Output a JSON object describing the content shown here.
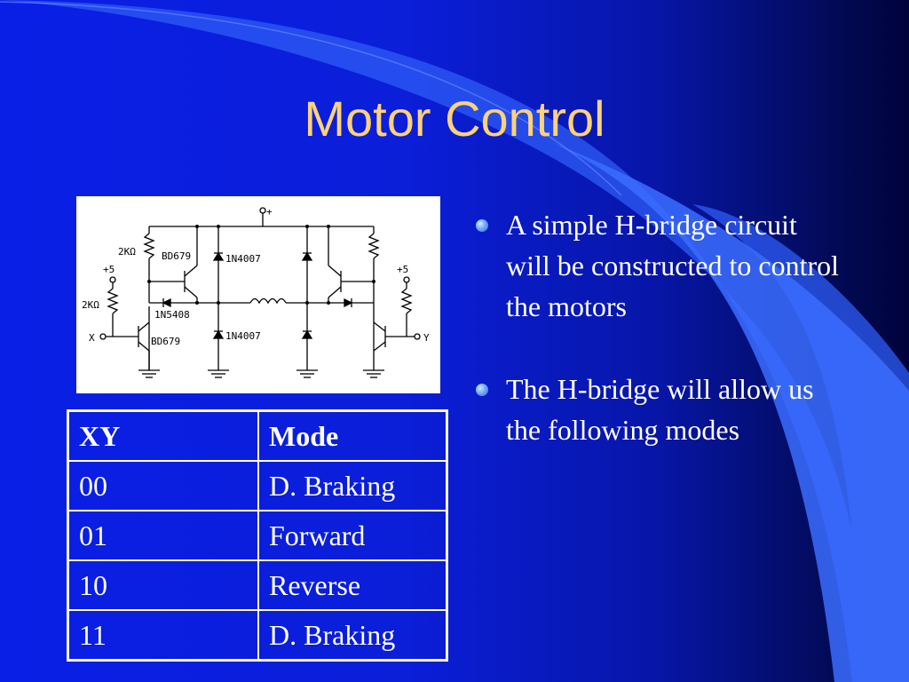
{
  "slide": {
    "title": "Motor Control",
    "colors": {
      "title": "#ffd27a",
      "text": "#ffffff",
      "background": "#0b1ed8",
      "accent": "#3a6cff"
    }
  },
  "circuit": {
    "labels": {
      "plus": "+",
      "r_top_left": "2KΩ",
      "q_top_left": "BD679",
      "d_top_left": "1N4007",
      "v_left": "+5",
      "r_left": "2KΩ",
      "d_mid": "1N5408",
      "input_x": "X",
      "q_bottom_left": "BD679",
      "d_bottom_left": "1N4007",
      "v_right": "+5",
      "input_y": "Y"
    }
  },
  "table": {
    "headers": [
      "XY",
      "Mode"
    ],
    "rows": [
      [
        "00",
        "D. Braking"
      ],
      [
        "01",
        "Forward"
      ],
      [
        "10",
        "Reverse"
      ],
      [
        "11",
        "D. Braking"
      ]
    ]
  },
  "bullets": [
    "A simple H-bridge circuit will be constructed to control the motors",
    "The H-bridge will allow us the following modes"
  ]
}
